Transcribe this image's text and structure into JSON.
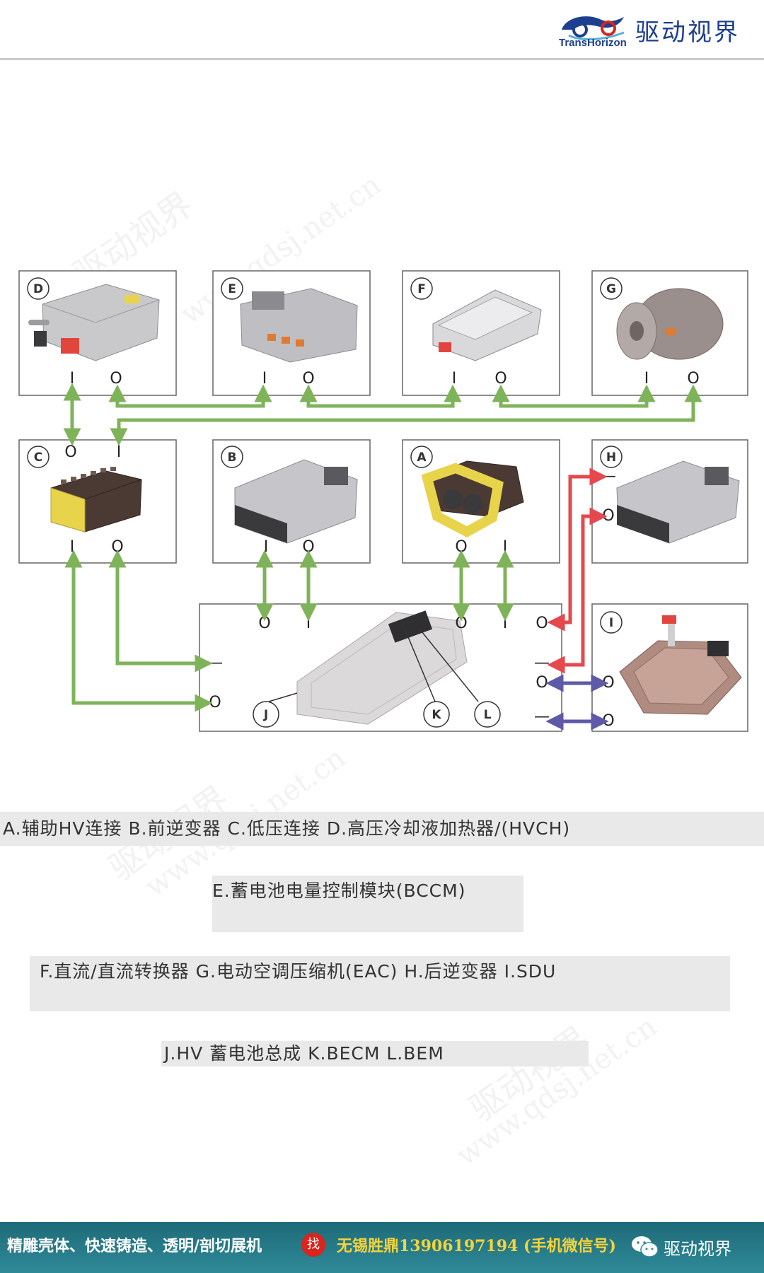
{
  "header": {
    "logo_text": "TransHorizon",
    "brand": "驱动视界"
  },
  "watermarks": [
    "驱动视界",
    "www.qdsj.net.cn"
  ],
  "diagram": {
    "boxes": [
      {
        "id": "D",
        "label": "D"
      },
      {
        "id": "E",
        "label": "E"
      },
      {
        "id": "F",
        "label": "F"
      },
      {
        "id": "G",
        "label": "G"
      },
      {
        "id": "C",
        "label": "C"
      },
      {
        "id": "B",
        "label": "B"
      },
      {
        "id": "A",
        "label": "A"
      },
      {
        "id": "H",
        "label": "H"
      },
      {
        "id": "I",
        "label": "I"
      },
      {
        "id": "J",
        "label": "J"
      },
      {
        "id": "K",
        "label": "K"
      },
      {
        "id": "L",
        "label": "L"
      }
    ],
    "terminal_in": "I",
    "terminal_out": "O",
    "terminal_dash": "—",
    "colors": {
      "green": "#7fb35a",
      "red": "#e5484d",
      "purple": "#5e5aa8"
    }
  },
  "legend": {
    "line1": "A.辅助HV连接   B.前逆变器    C.低压连接    D.高压冷却液加热器/(HVCH)",
    "line2": "E.蓄电池电量控制模块(BCCM)",
    "line3": "F.直流/直流转换器   G.电动空调压缩机(EAC)   H.后逆变器   I.SDU",
    "line4": "J.HV 蓄电池总成    K.BECM    L.BEM"
  },
  "footer": {
    "left_text": "精雕壳体、快速铸造、透明/剖切展机",
    "badge": "找",
    "contact": "无锡胜鼎13906197194 (手机微信号)",
    "brand": "驱动视界"
  }
}
